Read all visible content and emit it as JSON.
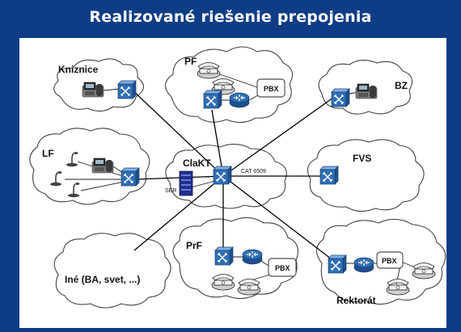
{
  "title": "Realizované riešenie prepojenia",
  "nodes": {
    "kniznice": "Kniznice",
    "pf": "PF",
    "bz": "BZ",
    "lf": "LF",
    "fvs": "FVS",
    "prf": "PrF",
    "rektorat": "Rektorát",
    "ine": "Iné (BA, svet, ...)",
    "core": "ClaKT",
    "core_model": "CAT 6509",
    "ser": "SER"
  },
  "pbx_label": "PBX",
  "colors": {
    "background": "#0e3d86",
    "panel": "#ffffff",
    "switch": "#2f6fb5",
    "router": "#2f6fb5",
    "line": "#000000"
  }
}
